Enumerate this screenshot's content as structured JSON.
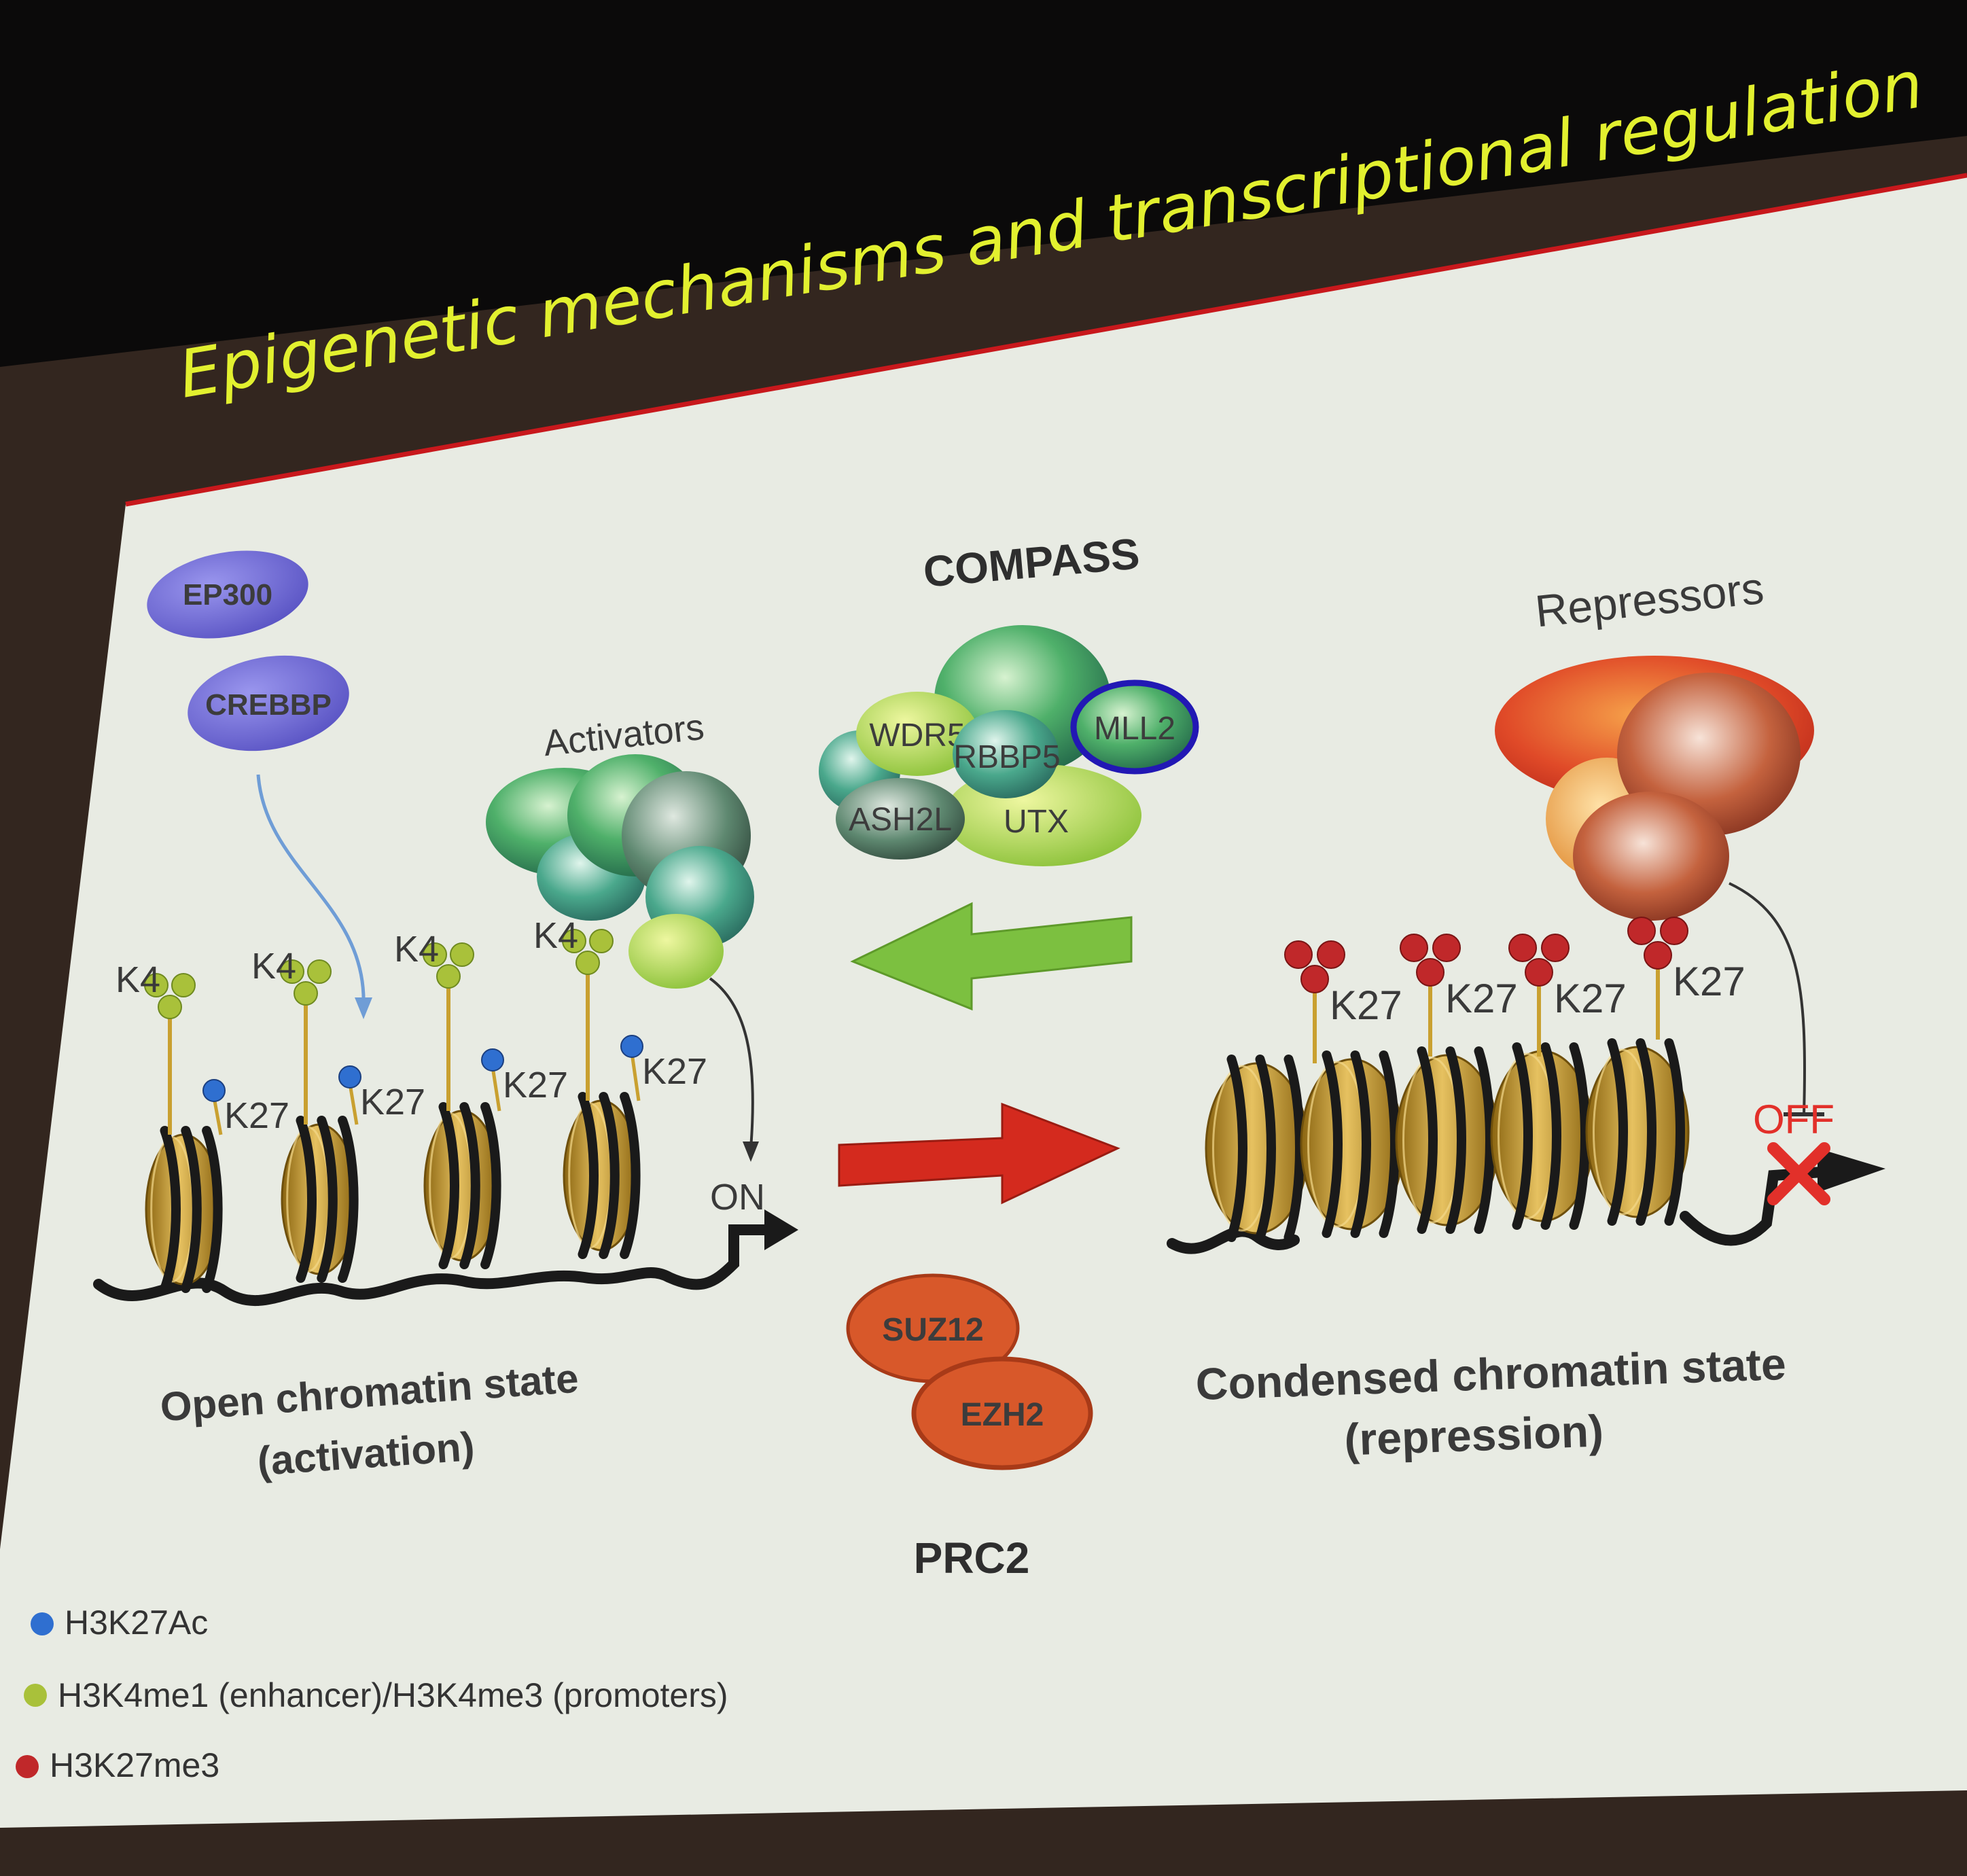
{
  "slide": {
    "title": "Epigenetic mechanisms and transcriptional regulation"
  },
  "writers": {
    "ep300": "EP300",
    "crebbp": "CREBBP"
  },
  "compass": {
    "label": "COMPASS",
    "subunits": [
      "WDR5",
      "RBBP5",
      "MLL2",
      "ASH2L",
      "UTX"
    ]
  },
  "prc2": {
    "label": "PRC2",
    "subunits": [
      "SUZ12",
      "EZH2"
    ]
  },
  "left_panel": {
    "activators_label": "Activators",
    "k4_label": "K4",
    "k27_label": "K27",
    "on_label": "ON",
    "caption_line1": "Open chromatin state",
    "caption_line2": "(activation)"
  },
  "right_panel": {
    "repressors_label": "Repressors",
    "k27_label": "K27",
    "off_label": "OFF",
    "caption_line1": "Condensed chromatin state",
    "caption_line2": "(repression)"
  },
  "legend": [
    {
      "label": "H3K27Ac",
      "color": "#2f6fd0"
    },
    {
      "label": "H3K4me1 (enhancer)/H3K4me3 (promoters)",
      "color": "#a9c13a"
    },
    {
      "label": "H3K27me3",
      "color": "#c0282a"
    }
  ],
  "colors": {
    "title": "#e2f02f",
    "slide_bg": "#e9ece4",
    "accent_line": "#c8181c",
    "arrow_green": "#7cc040",
    "arrow_red": "#d42a1e",
    "nucleosome": "#c89a28",
    "writers": "#7a74d6"
  }
}
